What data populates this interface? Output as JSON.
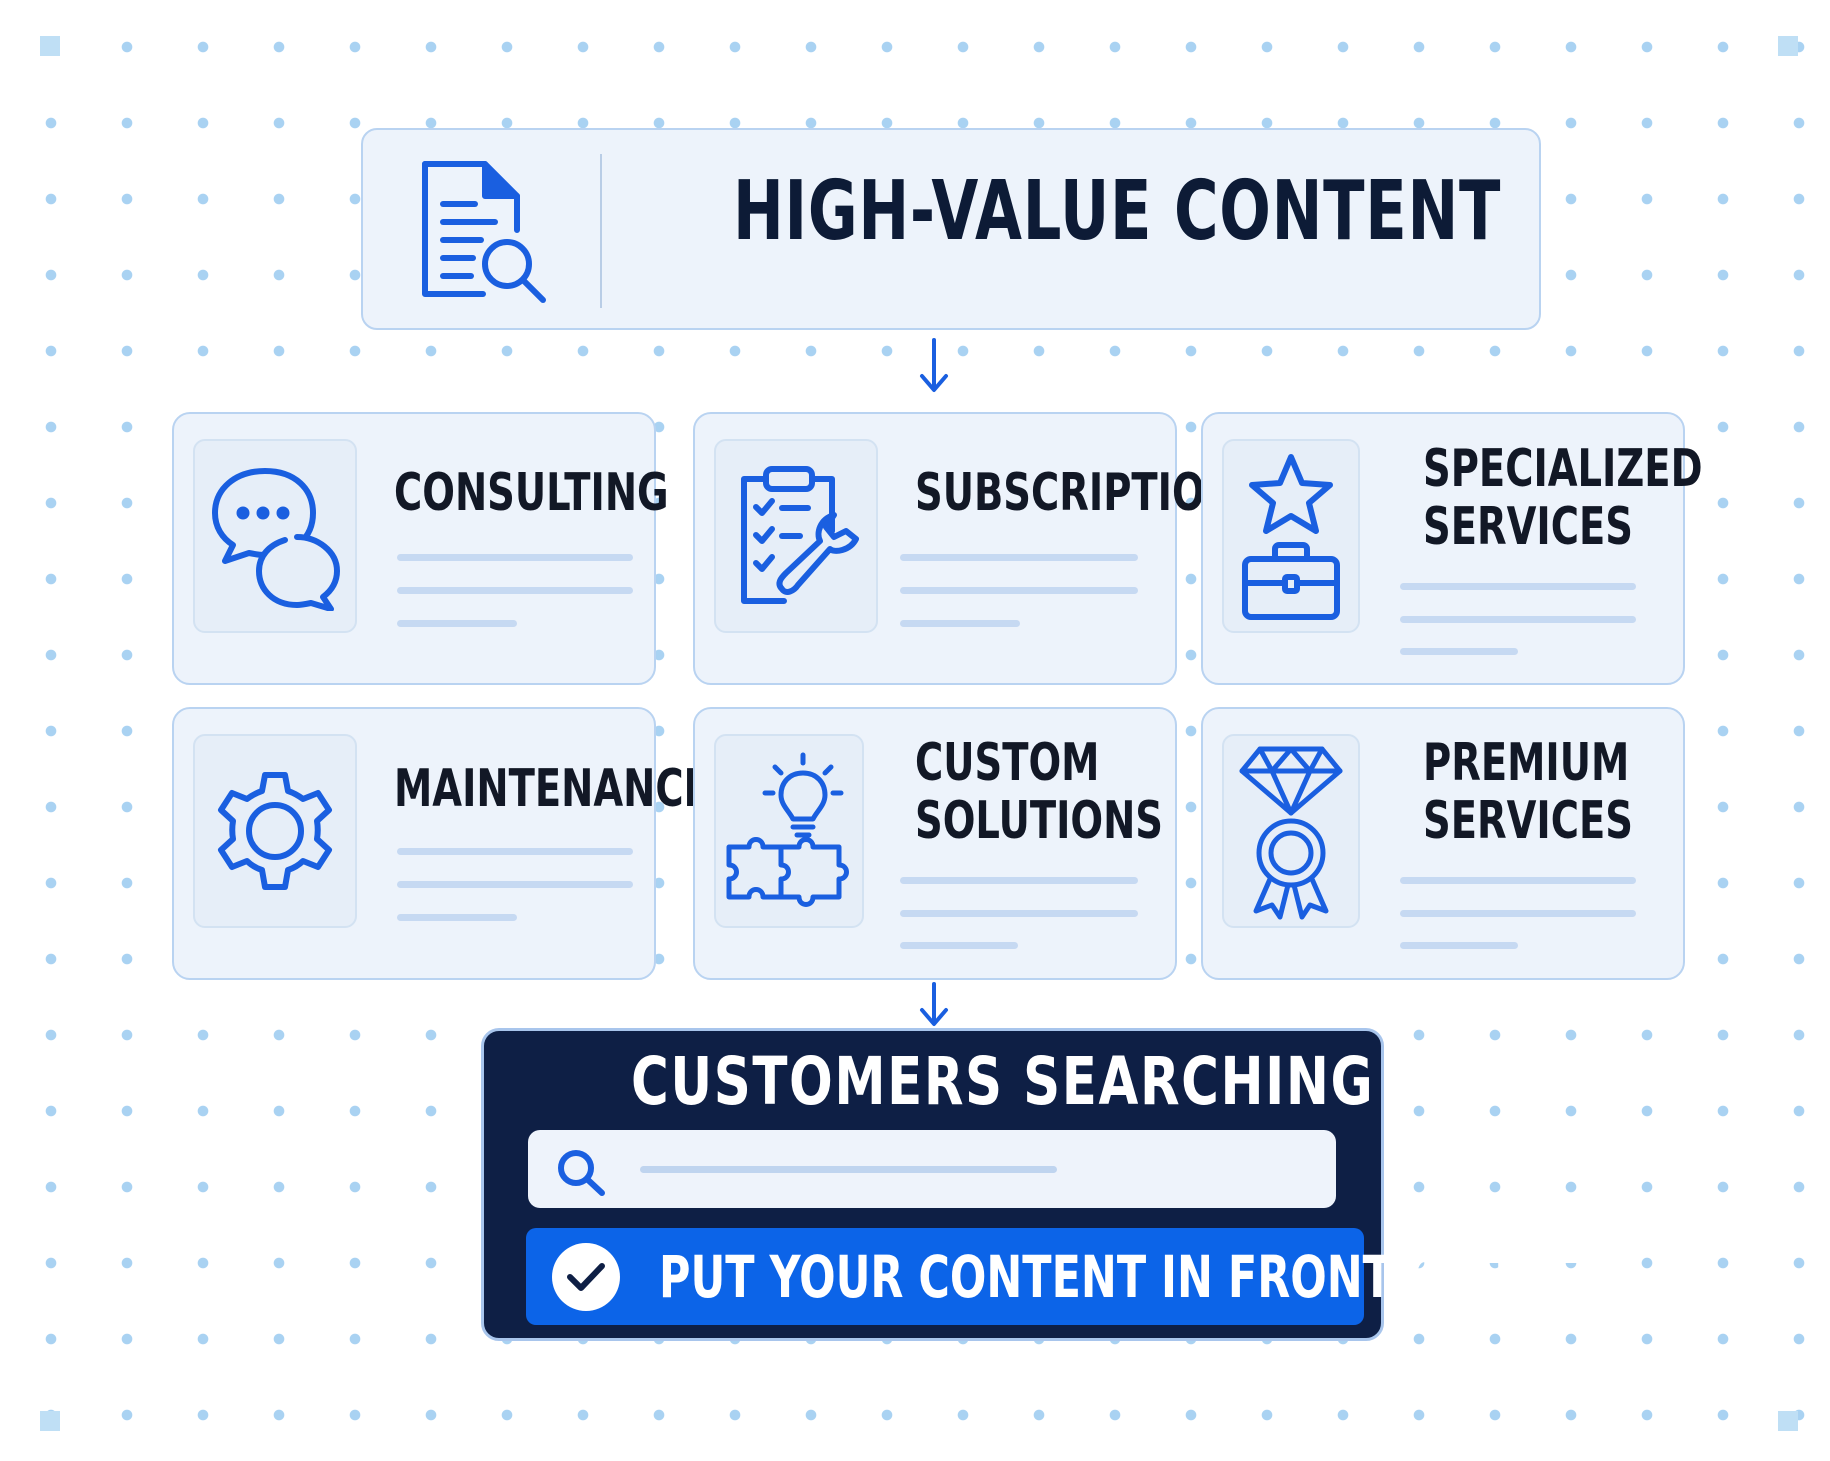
{
  "header": {
    "title": "HIGH-VALUE CONTENT",
    "icon": "document-search-icon"
  },
  "cards": [
    {
      "title_lines": [
        "CONSULTING"
      ],
      "icon": "chat-bubbles-icon"
    },
    {
      "title_lines": [
        "SUBSCRIPTION"
      ],
      "icon": "clipboard-wrench-icon"
    },
    {
      "title_lines": [
        "SPECIALIZED",
        "SERVICES"
      ],
      "icon": "star-briefcase-icon"
    },
    {
      "title_lines": [
        "MAINTENANCE"
      ],
      "icon": "gear-icon"
    },
    {
      "title_lines": [
        "CUSTOM",
        "SOLUTIONS"
      ],
      "icon": "lightbulb-puzzle-icon"
    },
    {
      "title_lines": [
        "PREMIUM",
        "SERVICES"
      ],
      "icon": "diamond-award-icon"
    }
  ],
  "search_panel": {
    "title": "CUSTOMERS SEARCHING",
    "search_icon": "search-icon",
    "cta_label": "PUT YOUR CONTENT IN FRONT OF THEM·",
    "cta_icon": "checkmark-icon"
  },
  "colors": {
    "accent": "#1a5fe0",
    "navy": "#0e1f45",
    "card_bg": "#edf3fb",
    "card_border": "#b9d3f1",
    "dot": "#a9d2f2"
  }
}
